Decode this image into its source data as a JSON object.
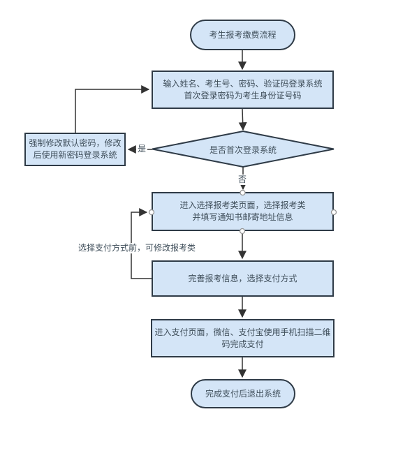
{
  "palette": {
    "background": "#ffffff",
    "node_fill": "#d4e5f7",
    "node_border": "#2f3b47",
    "text_color": "#3f4e5a",
    "connector_color": "#333333",
    "connection_point_stroke": "#949494"
  },
  "flowchart": {
    "nodes": {
      "start": {
        "label": "考生报考缴费流程"
      },
      "login": {
        "line1": "输入姓名、考生号、密码、验证码登录系统",
        "line2": "首次登录密码为考生身份证号码"
      },
      "decision": {
        "label": "是否首次登录系统"
      },
      "force_change": {
        "line1": "强制修改默认密码，修改",
        "line2": "后使用新密码登录系统"
      },
      "select_category": {
        "line1": "进入选择报考类页面，选择报考类",
        "line2": "并填写通知书邮寄地址信息"
      },
      "complete_info": {
        "label": "完善报考信息，选择支付方式"
      },
      "payment": {
        "line1": "进入支付页面，微信、支付宝使用手机扫描二维",
        "line2": "码完成支付"
      },
      "end": {
        "label": "完成支付后退出系统"
      }
    },
    "edge_labels": {
      "yes": "是",
      "no": "否",
      "loop_note": "选择支付方式前，可修改报考类"
    }
  }
}
